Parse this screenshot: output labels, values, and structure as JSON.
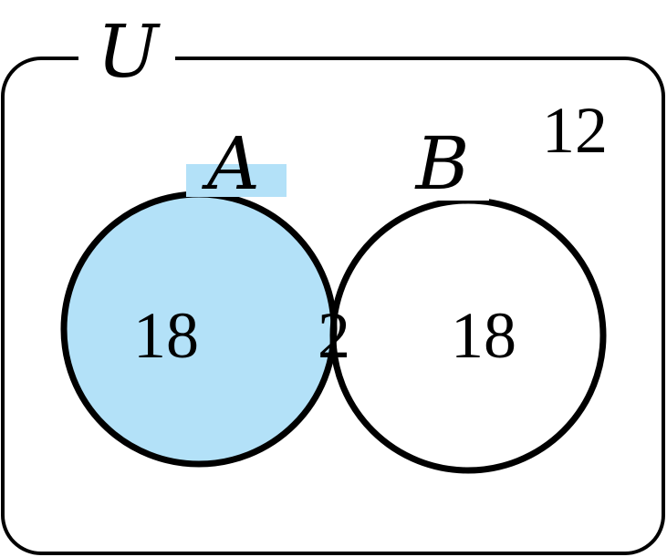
{
  "universe": {
    "label": "U",
    "outside_count": "12"
  },
  "sets": {
    "a": {
      "label": "A",
      "only_count": "18",
      "shaded": true
    },
    "b": {
      "label": "B",
      "only_count": "18",
      "shaded": false
    }
  },
  "intersection": {
    "count": "2"
  },
  "colors": {
    "shade": "#b3e1f8",
    "stroke": "#000000",
    "background": "#ffffff"
  }
}
